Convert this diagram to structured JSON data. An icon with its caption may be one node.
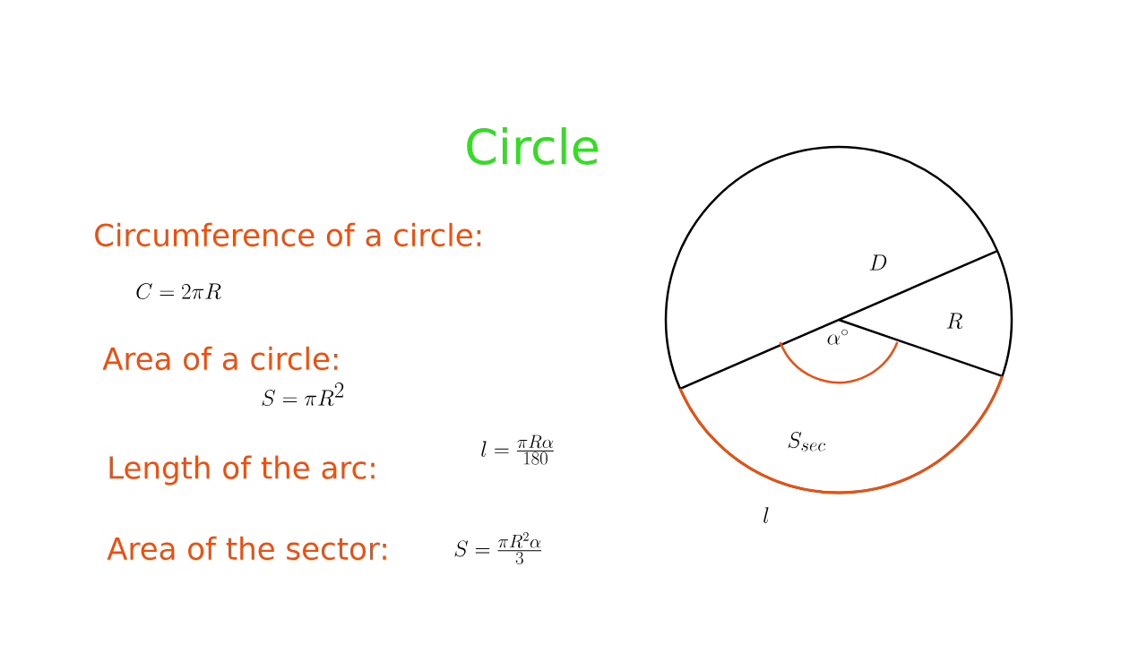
{
  "diagram": {
    "title": "Circle",
    "labels": [
      "Circumference of a circle:",
      "C = 2\\pi R",
      "Area of a circle:",
      "S = \\pi R^{2}",
      "Length of the arc:",
      "l = \\frac{\\pi R \\alpha}{180}",
      "Area of the sector:",
      "S = \\frac{\\pi R^{2} \\alpha}{3}",
      "D",
      "R",
      "\\alpha^{\\circ}",
      "S_{sec}",
      "l"
    ]
  }
}
